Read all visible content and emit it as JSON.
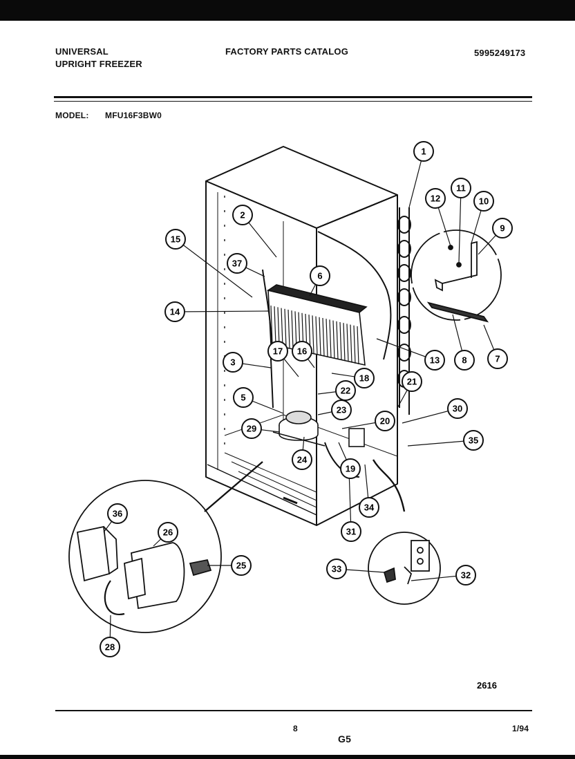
{
  "header": {
    "brand_line1": "UNIVERSAL",
    "brand_line2": "UPRIGHT FREEZER",
    "catalog_title": "FACTORY PARTS CATALOG",
    "catalog_number": "5995249173",
    "model_label": "MODEL:",
    "model_value": "MFU16F3BW0"
  },
  "diagram": {
    "figure_number": "2616",
    "callouts": [
      {
        "id": "c1",
        "label": "1"
      },
      {
        "id": "c2",
        "label": "2"
      },
      {
        "id": "c3",
        "label": "3"
      },
      {
        "id": "c5",
        "label": "5"
      },
      {
        "id": "c6",
        "label": "6"
      },
      {
        "id": "c7",
        "label": "7"
      },
      {
        "id": "c8",
        "label": "8"
      },
      {
        "id": "c9",
        "label": "9"
      },
      {
        "id": "c10",
        "label": "10"
      },
      {
        "id": "c11",
        "label": "11"
      },
      {
        "id": "c12",
        "label": "12"
      },
      {
        "id": "c13",
        "label": "13"
      },
      {
        "id": "c14",
        "label": "14"
      },
      {
        "id": "c15",
        "label": "15"
      },
      {
        "id": "c16",
        "label": "16"
      },
      {
        "id": "c17",
        "label": "17"
      },
      {
        "id": "c18",
        "label": "18"
      },
      {
        "id": "c19",
        "label": "19"
      },
      {
        "id": "c20",
        "label": "20"
      },
      {
        "id": "c21",
        "label": "21"
      },
      {
        "id": "c22",
        "label": "22"
      },
      {
        "id": "c23",
        "label": "23"
      },
      {
        "id": "c24",
        "label": "24"
      },
      {
        "id": "c25",
        "label": "25"
      },
      {
        "id": "c26",
        "label": "26"
      },
      {
        "id": "c28",
        "label": "28"
      },
      {
        "id": "c29",
        "label": "29"
      },
      {
        "id": "c30",
        "label": "30"
      },
      {
        "id": "c31",
        "label": "31"
      },
      {
        "id": "c32",
        "label": "32"
      },
      {
        "id": "c33",
        "label": "33"
      },
      {
        "id": "c34",
        "label": "34"
      },
      {
        "id": "c35",
        "label": "35"
      },
      {
        "id": "c36",
        "label": "36"
      },
      {
        "id": "c37",
        "label": "37"
      }
    ]
  },
  "footer": {
    "page_number": "8",
    "section_code": "G5",
    "date": "1/94"
  }
}
